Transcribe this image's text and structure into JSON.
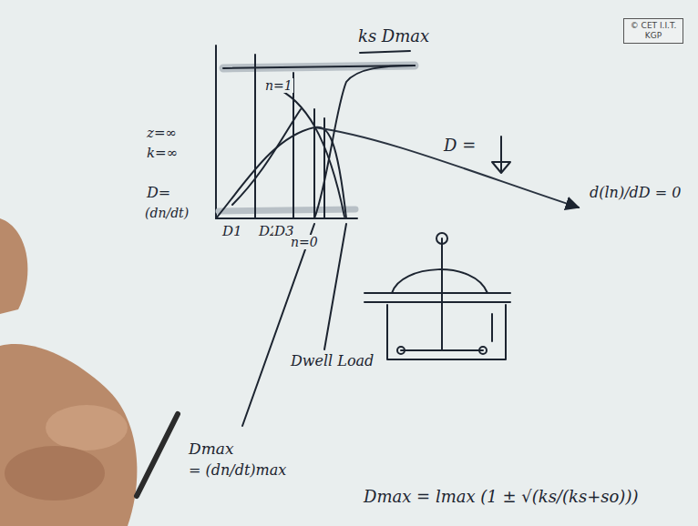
{
  "diagram": {
    "title": "ks Dmax",
    "nodes": [
      {
        "text": [
          "© CET I.I.T. KGP"
        ]
      }
    ],
    "labels": [
      "z=∞",
      "k=∞",
      "D=",
      "(dn/dt)",
      "D1",
      "D2",
      "D3",
      "n=1",
      "n=0",
      "Dwell Load",
      "Dmax",
      "= (dn/dt)max",
      "D =",
      "d(ln)/dD = 0",
      "Dmax = lmax (1 ± √(ks/(ks+so)))"
    ]
  }
}
